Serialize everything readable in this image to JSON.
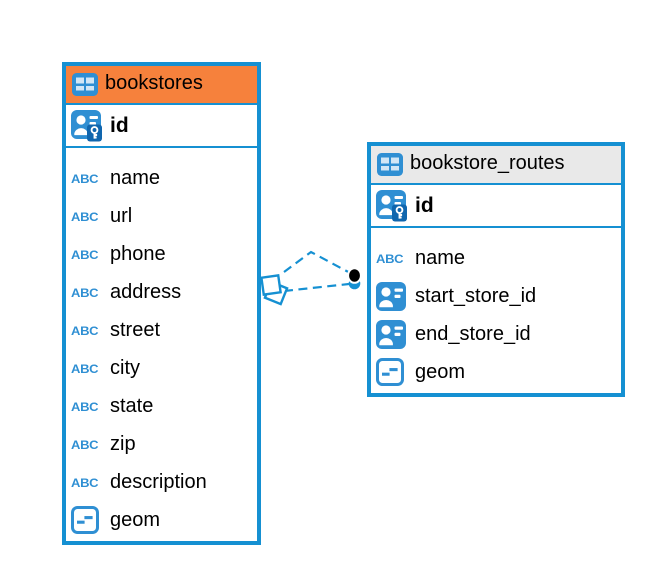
{
  "diagram": {
    "background_color": "#ffffff",
    "accent_color": "#1590D2",
    "icon_color": "#2F8FD3",
    "key_badge_color": "#1066AE",
    "tables": [
      {
        "name": "bookstores",
        "header_color": "#F6813C",
        "icon": "table",
        "key_columns": [
          {
            "name": "id",
            "icon": "primary-key"
          }
        ],
        "columns": [
          {
            "name": "name",
            "icon": "text"
          },
          {
            "name": "url",
            "icon": "text"
          },
          {
            "name": "phone",
            "icon": "text"
          },
          {
            "name": "address",
            "icon": "text"
          },
          {
            "name": "street",
            "icon": "text"
          },
          {
            "name": "city",
            "icon": "text"
          },
          {
            "name": "state",
            "icon": "text"
          },
          {
            "name": "zip",
            "icon": "text"
          },
          {
            "name": "description",
            "icon": "text"
          },
          {
            "name": "geom",
            "icon": "geometry"
          }
        ]
      },
      {
        "name": "bookstore_routes",
        "header_color": "#E9E9E9",
        "icon": "table",
        "key_columns": [
          {
            "name": "id",
            "icon": "primary-key"
          }
        ],
        "columns": [
          {
            "name": "name",
            "icon": "text"
          },
          {
            "name": "start_store_id",
            "icon": "foreign-key"
          },
          {
            "name": "end_store_id",
            "icon": "foreign-key"
          },
          {
            "name": "geom",
            "icon": "geometry"
          }
        ]
      }
    ],
    "relation": {
      "style": "dashed",
      "color": "#1590D2",
      "links": [
        {
          "from": "bookstore_routes.start_store_id",
          "to": "bookstores.id"
        },
        {
          "from": "bookstore_routes.end_store_id",
          "to": "bookstores.id"
        }
      ],
      "endpoint_bookstores_side": "overlapping-squares",
      "endpoint_routes_side": "filled-dot"
    }
  }
}
